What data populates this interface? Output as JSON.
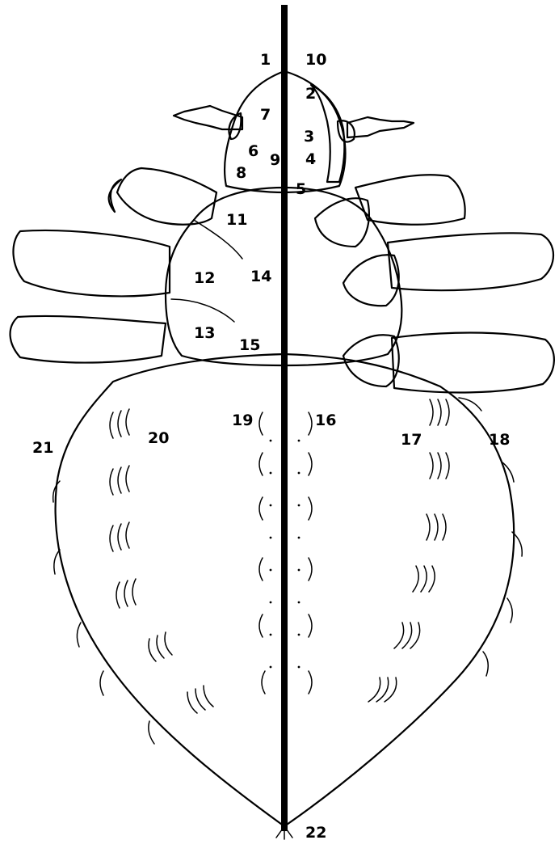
{
  "diagram": {
    "labels": [
      "1",
      "2",
      "3",
      "4",
      "5",
      "6",
      "7",
      "8",
      "9",
      "10",
      "11",
      "12",
      "13",
      "14",
      "15",
      "16",
      "17",
      "18",
      "19",
      "20",
      "21",
      "22"
    ],
    "colors": {
      "ink": "#000000",
      "paper": "#ffffff"
    }
  }
}
